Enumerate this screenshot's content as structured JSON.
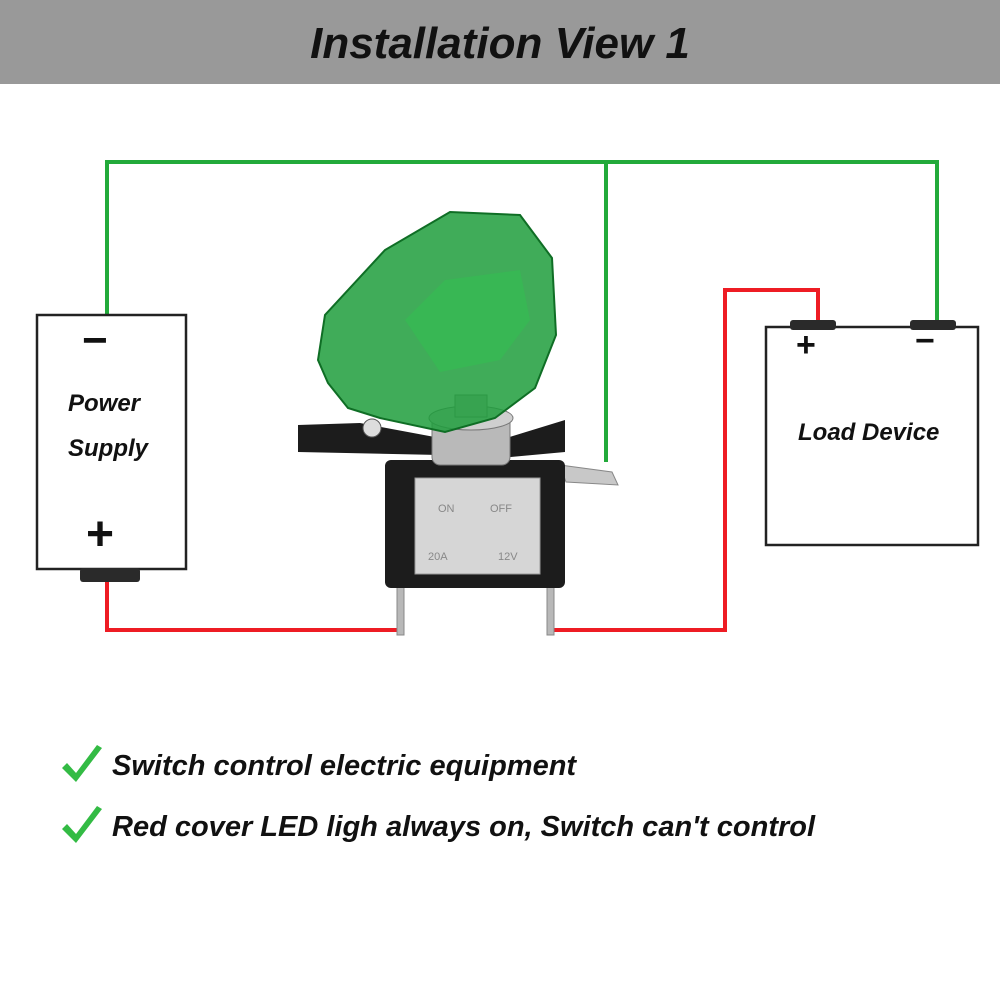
{
  "header": {
    "title": "Installation View 1"
  },
  "power_supply": {
    "line1": "Power",
    "line2": "Supply",
    "minus": "−",
    "plus": "+"
  },
  "load_device": {
    "label": "Load Device",
    "plus": "+",
    "minus": "−"
  },
  "switch": {
    "markings": [
      "ON",
      "OFF",
      "20A",
      "12V"
    ]
  },
  "notes": [
    "Switch control electric equipment",
    "Red cover LED ligh always on, Switch can't control"
  ],
  "colors": {
    "header_bg": "#999999",
    "wire_positive": "#ee1c24",
    "wire_negative": "#22aa3a",
    "switch_cover": "#1f9e3c",
    "check": "#33bb44"
  }
}
